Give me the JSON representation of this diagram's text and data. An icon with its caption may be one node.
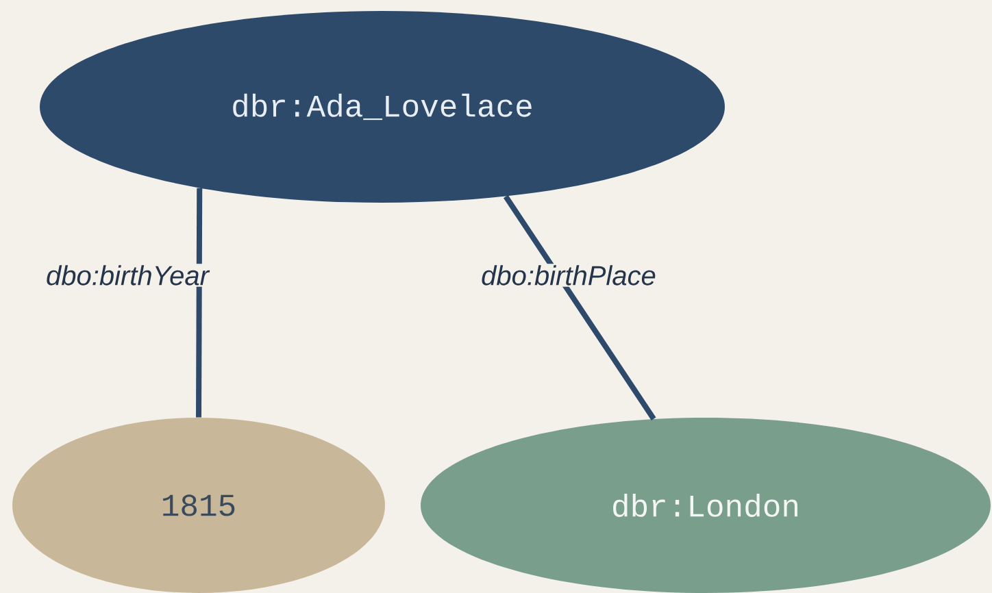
{
  "diagram": {
    "nodes": [
      {
        "text": [
          "dbr:Ada_Lovelace"
        ]
      },
      {
        "text": [
          "1815"
        ]
      },
      {
        "text": [
          "dbr:London"
        ]
      }
    ],
    "edges": [
      {
        "from": 0,
        "to": 1,
        "arrow": "none",
        "label": "dbo:birthYear"
      },
      {
        "from": 0,
        "to": 2,
        "arrow": "none",
        "label": "dbo:birthPlace"
      }
    ]
  }
}
